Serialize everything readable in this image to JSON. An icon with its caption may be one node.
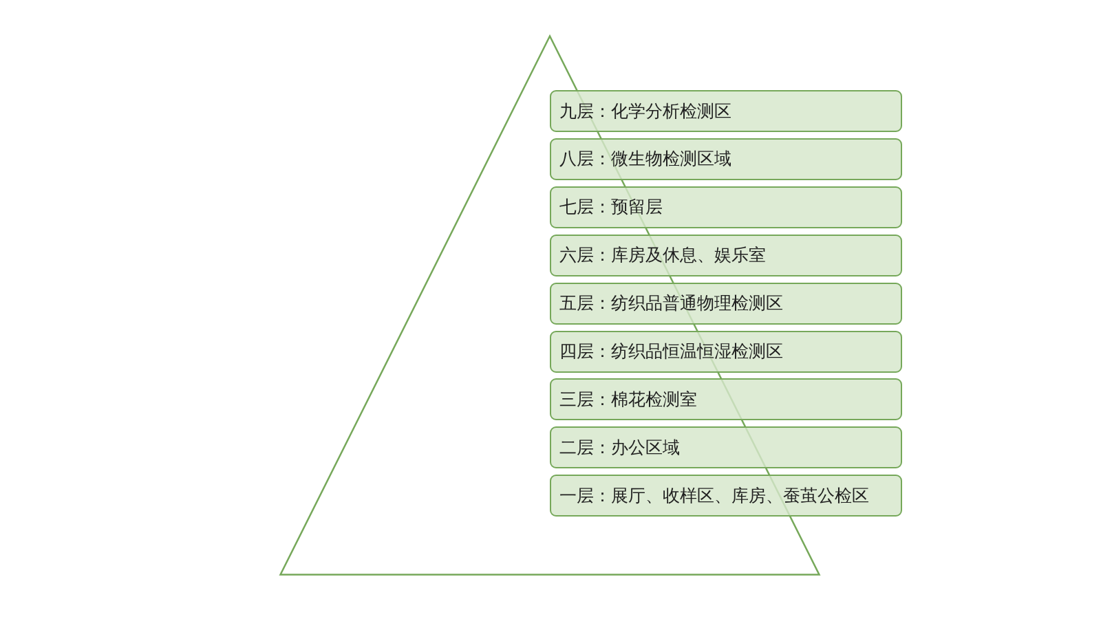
{
  "diagram": {
    "nodes": [
      {
        "text": [],
        "shape": "triangle"
      },
      {
        "text": [
          "九层：化学分析检测区"
        ]
      },
      {
        "text": [
          "八层：微生物检测区域"
        ]
      },
      {
        "text": [
          "七层：预留层"
        ]
      },
      {
        "text": [
          "六层：库房及休息、娱乐室"
        ]
      },
      {
        "text": [
          "五层：纺织品普通物理检测区"
        ]
      },
      {
        "text": [
          "四层：纺织品恒温恒湿检测区"
        ]
      },
      {
        "text": [
          "三层：棉花检测室"
        ]
      },
      {
        "text": [
          "二层：办公区域"
        ]
      },
      {
        "text": [
          "一层：展厅、收样区、库房、蚕茧公检区"
        ]
      }
    ]
  }
}
